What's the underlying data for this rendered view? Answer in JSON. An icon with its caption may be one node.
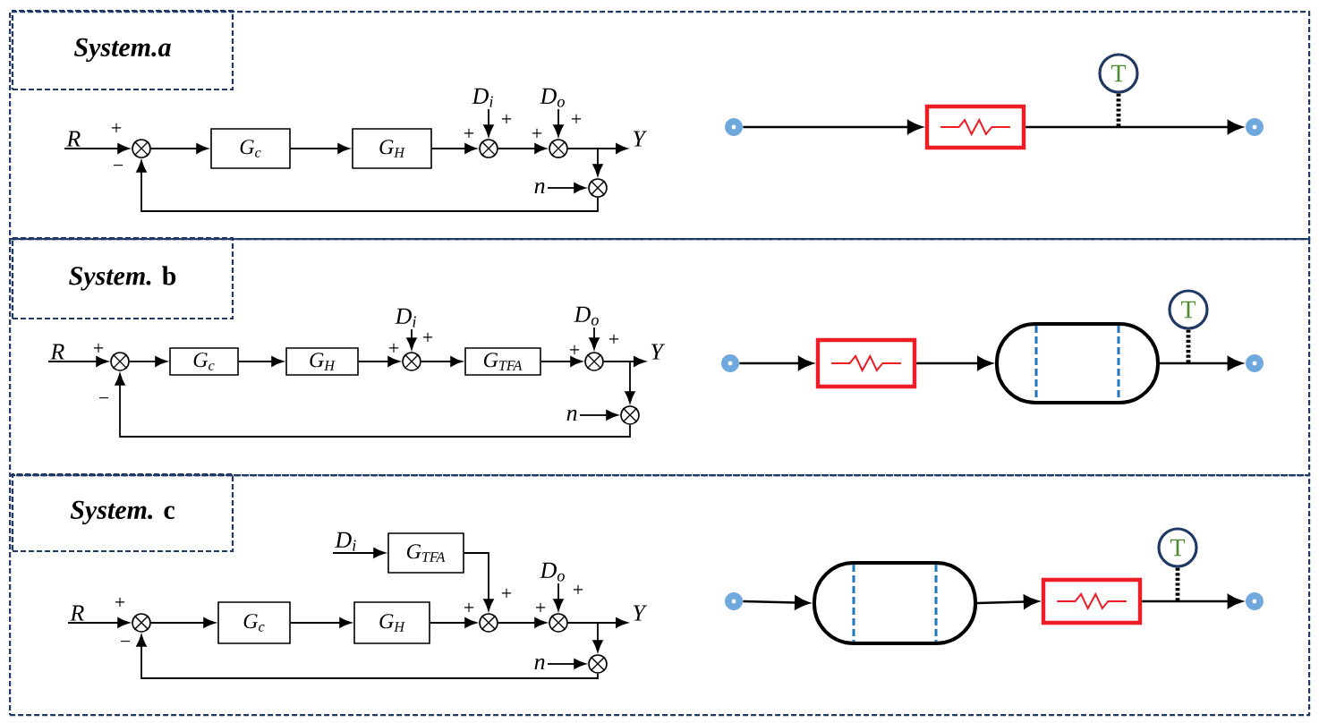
{
  "diagram": {
    "nodes": [
      {
        "text": [],
        "shape": "box"
      },
      {
        "text": [
          "System.a"
        ],
        "in": 0
      },
      {
        "text": [
          "R"
        ],
        "in": 0
      },
      {
        "text": [],
        "shape": "circle",
        "in": 0
      },
      {
        "text": [
          "G$_{c}$"
        ],
        "in": 0
      },
      {
        "text": [
          "G$_{H}$"
        ],
        "in": 0
      },
      {
        "text": [
          "D$_{i}$"
        ],
        "in": 0
      },
      {
        "text": [],
        "shape": "circle",
        "in": 0
      },
      {
        "text": [
          "D$_{o}$"
        ],
        "in": 0
      },
      {
        "text": [],
        "shape": "circle",
        "in": 0
      },
      {
        "text": [
          "Y"
        ],
        "in": 0
      },
      {
        "text": [
          "n"
        ],
        "in": 0
      },
      {
        "text": [],
        "shape": "circle",
        "in": 0
      },
      {
        "text": [],
        "shape": "circle",
        "in": 0
      },
      {
        "text": [],
        "shape": "box",
        "in": 0
      },
      {
        "text": [
          "T"
        ],
        "in": 0
      },
      {
        "text": [],
        "shape": "circle",
        "in": 0
      },
      {
        "text": [],
        "shape": "box"
      },
      {
        "text": [
          "*System.* b"
        ],
        "in": 17
      },
      {
        "text": [
          "R"
        ],
        "in": 17
      },
      {
        "text": [],
        "shape": "circle",
        "in": 17
      },
      {
        "text": [
          "G$_{c}$"
        ],
        "in": 17
      },
      {
        "text": [
          "G$_{H}$"
        ],
        "in": 17
      },
      {
        "text": [
          "D$_{i}$"
        ],
        "in": 17
      },
      {
        "text": [],
        "shape": "circle",
        "in": 17
      },
      {
        "text": [
          "G$_{TFA}$"
        ],
        "in": 17
      },
      {
        "text": [
          "D$_{o}$"
        ],
        "in": 17
      },
      {
        "text": [],
        "shape": "circle",
        "in": 17
      },
      {
        "text": [
          "Y"
        ],
        "in": 17
      },
      {
        "text": [
          "n"
        ],
        "in": 17
      },
      {
        "text": [],
        "shape": "circle",
        "in": 17
      },
      {
        "text": [],
        "shape": "circle",
        "in": 17
      },
      {
        "text": [],
        "shape": "box",
        "in": 17
      },
      {
        "text": [],
        "shape": "capsule",
        "in": 17
      },
      {
        "text": [
          "T"
        ],
        "in": 17
      },
      {
        "text": [],
        "shape": "circle",
        "in": 17
      },
      {
        "text": [],
        "shape": "box"
      },
      {
        "text": [
          "*System.* c"
        ],
        "in": 36
      },
      {
        "text": [
          "D$_{i}$"
        ],
        "in": 36
      },
      {
        "text": [
          "G$_{TFA}$"
        ],
        "in": 36
      },
      {
        "text": [
          "D$_{o}$"
        ],
        "in": 36
      },
      {
        "text": [
          "R"
        ],
        "in": 36
      },
      {
        "text": [],
        "shape": "circle",
        "in": 36
      },
      {
        "text": [
          "G$_{c}$"
        ],
        "in": 36
      },
      {
        "text": [
          "G$_{H}$"
        ],
        "in": 36
      },
      {
        "text": [],
        "shape": "circle",
        "in": 36
      },
      {
        "text": [],
        "shape": "circle",
        "in": 36
      },
      {
        "text": [
          "Y"
        ],
        "in": 36
      },
      {
        "text": [
          "n"
        ],
        "in": 36
      },
      {
        "text": [],
        "shape": "circle",
        "in": 36
      },
      {
        "text": [],
        "shape": "circle",
        "in": 36
      },
      {
        "text": [],
        "shape": "capsule",
        "in": 36
      },
      {
        "text": [],
        "shape": "box",
        "in": 36
      },
      {
        "text": [
          "T"
        ],
        "in": 36
      },
      {
        "text": [],
        "shape": "circle",
        "in": 36
      }
    ],
    "edges": [
      {
        "from": 2,
        "to": 3,
        "arrow": "to"
      },
      {
        "from": 3,
        "to": 4,
        "arrow": "to"
      },
      {
        "from": 4,
        "to": 5,
        "arrow": "to"
      },
      {
        "from": 5,
        "to": 7,
        "arrow": "to"
      },
      {
        "from": 6,
        "to": 7,
        "arrow": "to"
      },
      {
        "from": 7,
        "to": 9,
        "arrow": "to"
      },
      {
        "from": 8,
        "to": 9,
        "arrow": "to"
      },
      {
        "from": 9,
        "to": 10,
        "arrow": "to"
      },
      {
        "from": 9,
        "to": 12,
        "arrow": "to"
      },
      {
        "from": 11,
        "to": 12,
        "arrow": "to"
      },
      {
        "from": 12,
        "to": 3,
        "arrow": "to"
      },
      {
        "from": 13,
        "to": 14,
        "arrow": "to"
      },
      {
        "from": 14,
        "to": 16,
        "arrow": "to"
      },
      {
        "from": 15,
        "to": null,
        "arrow": "none",
        "style": "dashed"
      },
      {
        "from": 19,
        "to": 20,
        "arrow": "to"
      },
      {
        "from": 20,
        "to": 21,
        "arrow": "to"
      },
      {
        "from": 21,
        "to": 22,
        "arrow": "to"
      },
      {
        "from": 22,
        "to": 24,
        "arrow": "to"
      },
      {
        "from": 23,
        "to": 24,
        "arrow": "to"
      },
      {
        "from": 24,
        "to": 25,
        "arrow": "to"
      },
      {
        "from": 25,
        "to": 27,
        "arrow": "to"
      },
      {
        "from": 26,
        "to": 27,
        "arrow": "to"
      },
      {
        "from": 27,
        "to": 28,
        "arrow": "to"
      },
      {
        "from": 27,
        "to": 30,
        "arrow": "to"
      },
      {
        "from": 29,
        "to": 30,
        "arrow": "to"
      },
      {
        "from": 30,
        "to": 20,
        "arrow": "to"
      },
      {
        "from": 31,
        "to": 32,
        "arrow": "to"
      },
      {
        "from": 32,
        "to": 33,
        "arrow": "to"
      },
      {
        "from": 33,
        "to": 35,
        "arrow": "to"
      },
      {
        "from": 34,
        "to": null,
        "arrow": "none",
        "style": "dashed"
      },
      {
        "from": 38,
        "to": 39,
        "arrow": "to"
      },
      {
        "from": 39,
        "to": 45,
        "arrow": "to"
      },
      {
        "from": 40,
        "to": 46,
        "arrow": "to"
      },
      {
        "from": 41,
        "to": 42,
        "arrow": "to"
      },
      {
        "from": 42,
        "to": 43,
        "arrow": "to"
      },
      {
        "from": 43,
        "to": 44,
        "arrow": "to"
      },
      {
        "from": 44,
        "to": 45,
        "arrow": "to"
      },
      {
        "from": 45,
        "to": 46,
        "arrow": "to"
      },
      {
        "from": 46,
        "to": 47,
        "arrow": "to"
      },
      {
        "from": 46,
        "to": 49,
        "arrow": "to"
      },
      {
        "from": 48,
        "to": 49,
        "arrow": "to"
      },
      {
        "from": 49,
        "to": 42,
        "arrow": "to"
      },
      {
        "from": 50,
        "to": 51,
        "arrow": "to"
      },
      {
        "from": 51,
        "to": 52,
        "arrow": "to"
      },
      {
        "from": 52,
        "to": 54,
        "arrow": "to"
      },
      {
        "from": 53,
        "to": null,
        "arrow": "none",
        "style": "dashed"
      }
    ],
    "labels": [
      "+",
      "+",
      "+",
      "+",
      "+",
      "−",
      "+",
      "+",
      "+",
      "+",
      "+",
      "−",
      "+",
      "+",
      "+",
      "+",
      "+",
      "−"
    ]
  }
}
